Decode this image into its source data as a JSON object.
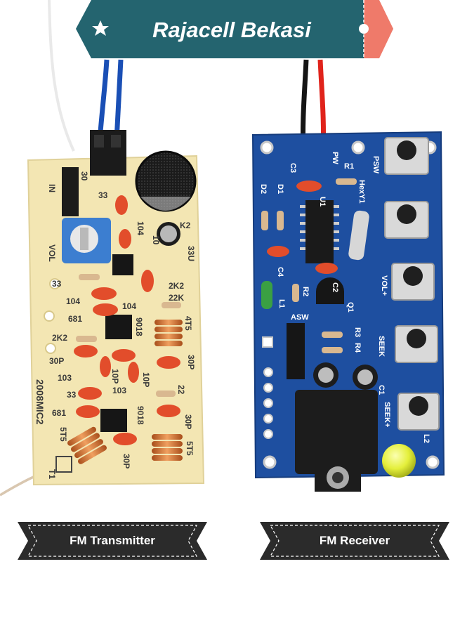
{
  "banner": {
    "title": "Rajacell Bekasi",
    "color": "#24646f",
    "accent_color": "#ef7a6a",
    "star_icon": "star-icon"
  },
  "labels": {
    "left": "FM Transmitter",
    "right": "FM Receiver",
    "color": "#2b2b2b"
  },
  "transmitter_board": {
    "board_color": "#f3e6b3",
    "print_text": "2008MIC2",
    "silkscreen": [
      "IN",
      "30",
      "33",
      "104",
      "K2",
      "10",
      "33U",
      "VOL",
      "33",
      "2K2",
      "104",
      "22K",
      "681",
      "9018",
      "4T5",
      "2K2",
      "30P",
      "10P",
      "30P",
      "103",
      "10P",
      "22",
      "33",
      "681",
      "9018",
      "30P",
      "5T5",
      "5T5",
      "30P",
      "T1",
      "104",
      "103"
    ]
  },
  "receiver_board": {
    "board_color": "#1e4fa0",
    "silkscreen": [
      "C3",
      "PW",
      "R1",
      "PSW",
      "D2",
      "D1",
      "U1",
      "HexY1",
      "L1",
      "C4",
      "R2",
      "C2",
      "Q1",
      "VOL+",
      "ASW",
      "R3",
      "R4",
      "SEEK",
      "C1",
      "SEEK+",
      "L2"
    ]
  }
}
